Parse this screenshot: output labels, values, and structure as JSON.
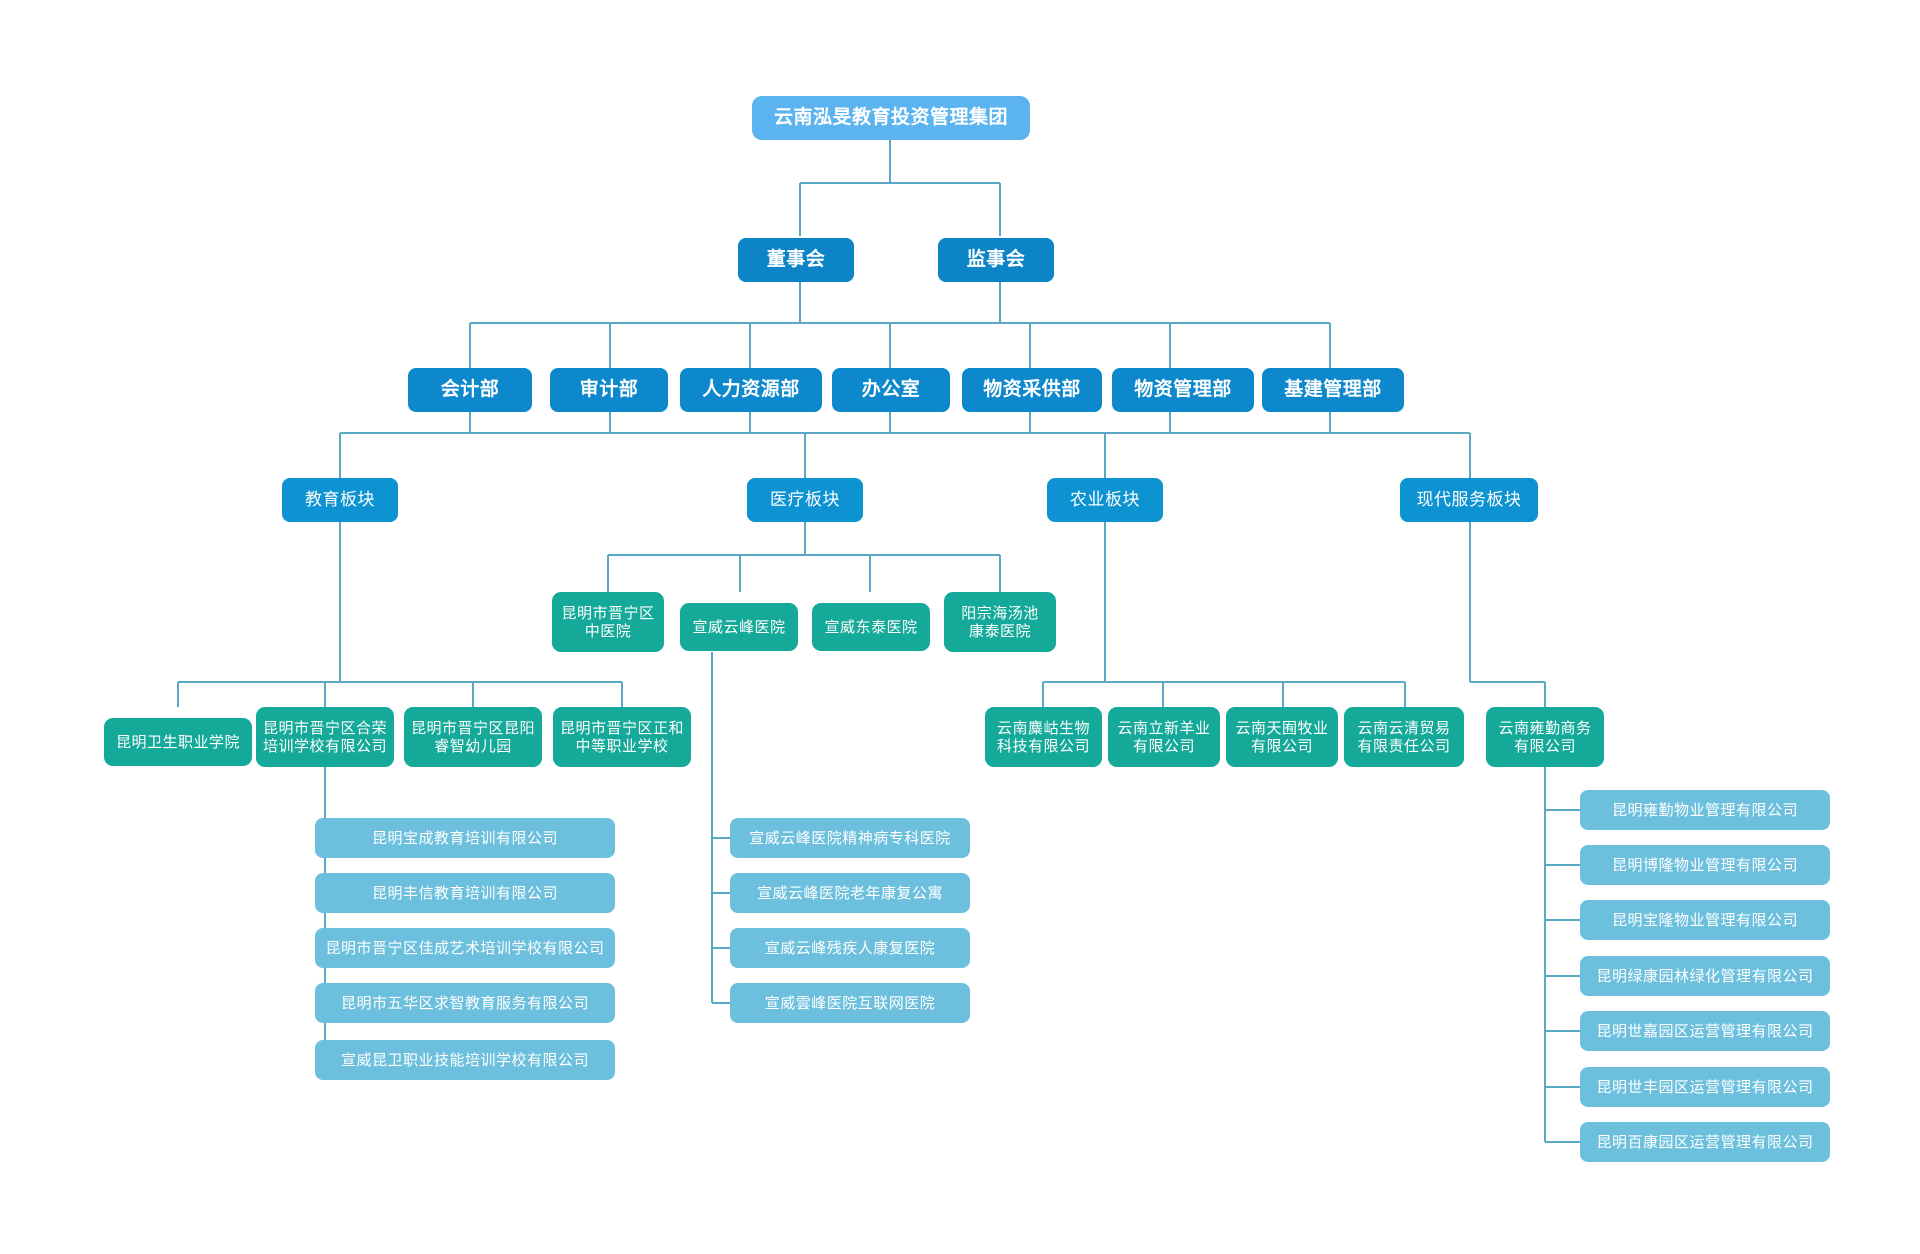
{
  "colors": {
    "root": "#5bb4ef",
    "board": "#0d84c6",
    "department": "#0d88cc",
    "sector": "#0e93d2",
    "unit": "#15a99a",
    "leaf": "#6cc0de",
    "connector": "#5ba8c4",
    "background": "#ffffff"
  },
  "org": {
    "root": {
      "label": "云南泓旻教育投资管理集团"
    },
    "governance": [
      {
        "label": "董事会"
      },
      {
        "label": "监事会"
      }
    ],
    "departments": [
      {
        "label": "会计部"
      },
      {
        "label": "审计部"
      },
      {
        "label": "人力资源部"
      },
      {
        "label": "办公室"
      },
      {
        "label": "物资采供部"
      },
      {
        "label": "物资管理部"
      },
      {
        "label": "基建管理部"
      }
    ],
    "sectors": [
      {
        "label": "教育板块"
      },
      {
        "label": "医疗板块"
      },
      {
        "label": "农业板块"
      },
      {
        "label": "现代服务板块"
      }
    ],
    "education_units": [
      {
        "label": "昆明卫生职业学院"
      },
      {
        "label": "昆明市晋宁区合荣\n培训学校有限公司"
      },
      {
        "label": "昆明市晋宁区昆阳\n睿智幼儿园"
      },
      {
        "label": "昆明市晋宁区正和\n中等职业学校"
      }
    ],
    "education_leaves": [
      {
        "label": "昆明宝成教育培训有限公司"
      },
      {
        "label": "昆明丰信教育培训有限公司"
      },
      {
        "label": "昆明市晋宁区佳成艺术培训学校有限公司"
      },
      {
        "label": "昆明市五华区求智教育服务有限公司"
      },
      {
        "label": "宣威昆卫职业技能培训学校有限公司"
      }
    ],
    "medical_units": [
      {
        "label": "昆明市晋宁区\n中医院"
      },
      {
        "label": "宣威云峰医院"
      },
      {
        "label": "宣威东泰医院"
      },
      {
        "label": "阳宗海汤池\n康泰医院"
      }
    ],
    "medical_leaves": [
      {
        "label": "宣威云峰医院精神病专科医院"
      },
      {
        "label": "宣威云峰医院老年康复公寓"
      },
      {
        "label": "宣威云峰残疾人康复医院"
      },
      {
        "label": "宣威雲峰医院互联网医院"
      }
    ],
    "agriculture_units": [
      {
        "label": "云南麋岵生物\n科技有限公司"
      },
      {
        "label": "云南立新羊业\n有限公司"
      },
      {
        "label": "云南天囿牧业\n有限公司"
      },
      {
        "label": "云南云清贸易\n有限责任公司"
      }
    ],
    "service_units": [
      {
        "label": "云南雍勤商务\n有限公司"
      }
    ],
    "service_leaves": [
      {
        "label": "昆明雍勤物业管理有限公司"
      },
      {
        "label": "昆明博隆物业管理有限公司"
      },
      {
        "label": "昆明宝隆物业管理有限公司"
      },
      {
        "label": "昆明绿康园林绿化管理有限公司"
      },
      {
        "label": "昆明世嘉园区运营管理有限公司"
      },
      {
        "label": "昆明世丰园区运营管理有限公司"
      },
      {
        "label": "昆明百康园区运营管理有限公司"
      }
    ]
  }
}
